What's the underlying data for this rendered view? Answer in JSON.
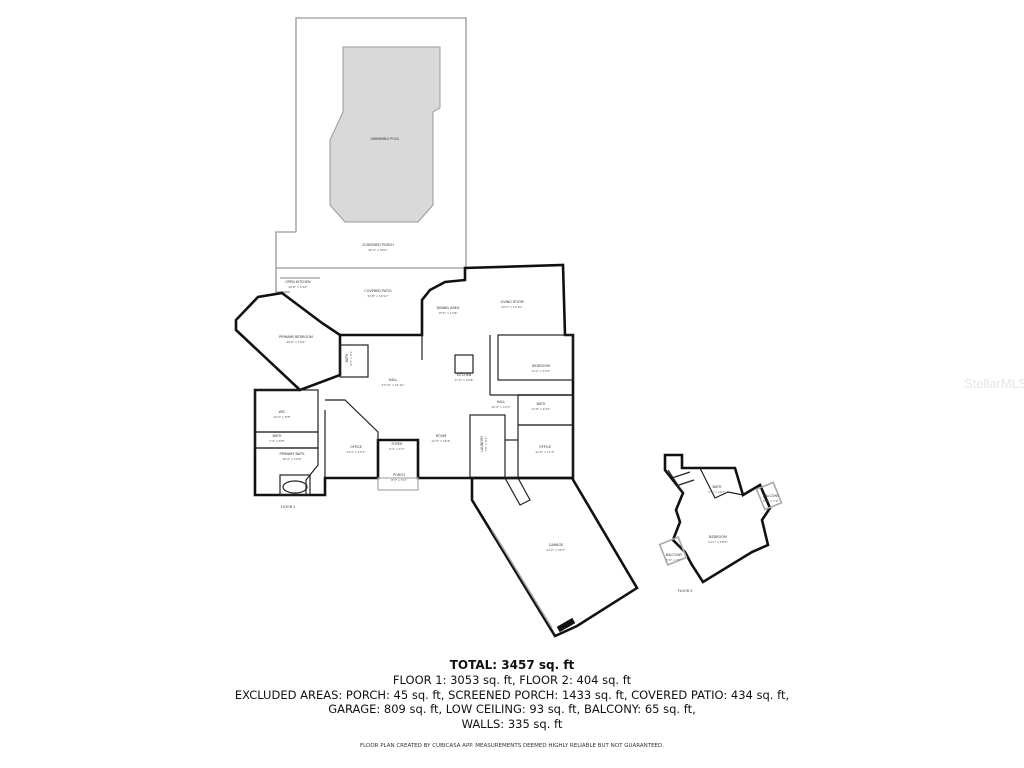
{
  "watermark": "StellarMLS",
  "floor_labels": {
    "floor1": "FLOOR 1",
    "floor2": "FLOOR 2"
  },
  "rooms": [
    {
      "name": "SWIMMING POOL",
      "dim": ""
    },
    {
      "name": "SCREENED PORCH",
      "dim": "40'3\" x 54'0\""
    },
    {
      "name": "OPEN KITCHEN",
      "dim": "10'8\" x 5'10\""
    },
    {
      "name": "COVERED PATIO",
      "dim": "34'8\" x 16'11\""
    },
    {
      "name": "DINING AREA",
      "dim": "15'0\" x 13'8\""
    },
    {
      "name": "LIVING ROOM",
      "dim": "22'2\" x 14'10\""
    },
    {
      "name": "PRIMARY BEDROOM",
      "dim": "20'0\" x 14'4\""
    },
    {
      "name": "BATH",
      "dim": "6'3\" x 9'1\""
    },
    {
      "name": "KITCHEN",
      "dim": "17'0\" x 14'8\""
    },
    {
      "name": "BEDROOM",
      "dim": "11'2\" x 13'2\""
    },
    {
      "name": "HALL",
      "dim": "23'10\" x 21'10\""
    },
    {
      "name": "HALL",
      "dim": "12'4\" x 12'0\""
    },
    {
      "name": "BATH",
      "dim": "11'8\" x 6'10\""
    },
    {
      "name": "WIC",
      "dim": "10'2\" x 8'8\""
    },
    {
      "name": "BATH",
      "dim": "7'4\" x 8'8\""
    },
    {
      "name": "PRIMARY BATH",
      "dim": "10'4\" x 10'8\""
    },
    {
      "name": "OFFICE",
      "dim": "11'4\" x 13'7\""
    },
    {
      "name": "FOYER",
      "dim": "9'4\" x 6'7\""
    },
    {
      "name": "ROOM",
      "dim": "12'3\" x 18'4\""
    },
    {
      "name": "LAUNDRY",
      "dim": "7'0\" x 8'1\""
    },
    {
      "name": "OFFICE",
      "dim": "12'9\" x 11'5\""
    },
    {
      "name": "PORCH",
      "dim": "8'3\" x 5'0\""
    },
    {
      "name": "GARAGE",
      "dim": "23'2\" x 35'7\""
    },
    {
      "name": "BATH",
      "dim": "7'4\" x 10'7\""
    },
    {
      "name": "BALCONY",
      "dim": "6'0\" x 7'0\""
    },
    {
      "name": "BEDROOM",
      "dim": "21'1\" x 18'9\""
    },
    {
      "name": "BALCONY",
      "dim": "5'0\" x 7'7\""
    }
  ],
  "summary": {
    "total": "TOTAL: 3457 sq. ft",
    "floors": "FLOOR 1: 3053 sq. ft, FLOOR 2: 404 sq. ft",
    "excluded_1": "EXCLUDED AREAS: PORCH: 45 sq. ft, SCREENED PORCH: 1433 sq. ft, COVERED PATIO: 434 sq. ft,",
    "excluded_2": "GARAGE: 809 sq. ft, LOW CEILING: 93 sq. ft, BALCONY: 65 sq. ft,",
    "walls": "WALLS: 335 sq. ft"
  },
  "disclaimer": "FLOOR PLAN CREATED BY CUBICASA APP. MEASUREMENTS DEEMED HIGHLY RELIABLE BUT NOT GUARANTEED.",
  "colors": {
    "wall": "#111111",
    "pool": "#d9d9d9",
    "screen": "#aaaaaa"
  }
}
